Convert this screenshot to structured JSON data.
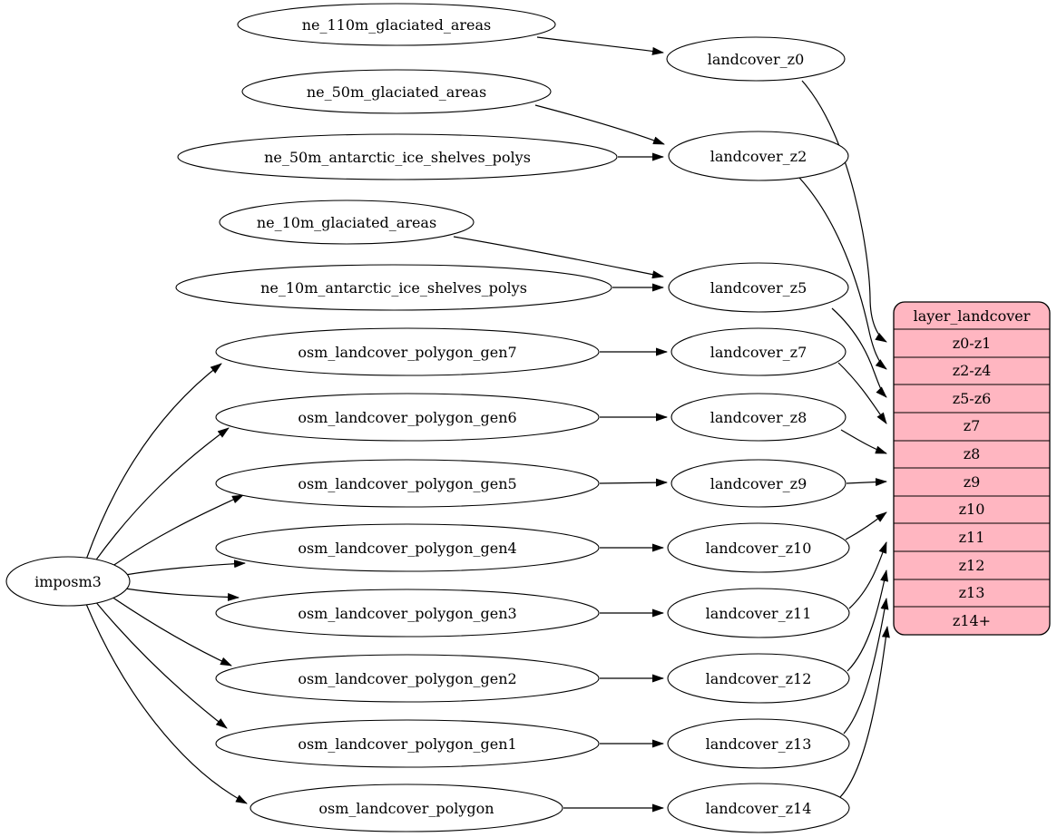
{
  "colors": {
    "record_fill": "#ffb6c1",
    "node_fill": "#ffffff",
    "edge_color": "#000000",
    "background": "#ffffff"
  },
  "nodes": {
    "imposm3": "imposm3",
    "ne_110m_glaciated_areas": "ne_110m_glaciated_areas",
    "ne_50m_glaciated_areas": "ne_50m_glaciated_areas",
    "ne_50m_antarctic_ice_shelves_polys": "ne_50m_antarctic_ice_shelves_polys",
    "ne_10m_glaciated_areas": "ne_10m_glaciated_areas",
    "ne_10m_antarctic_ice_shelves_polys": "ne_10m_antarctic_ice_shelves_polys",
    "osm_landcover_polygon_gen7": "osm_landcover_polygon_gen7",
    "osm_landcover_polygon_gen6": "osm_landcover_polygon_gen6",
    "osm_landcover_polygon_gen5": "osm_landcover_polygon_gen5",
    "osm_landcover_polygon_gen4": "osm_landcover_polygon_gen4",
    "osm_landcover_polygon_gen3": "osm_landcover_polygon_gen3",
    "osm_landcover_polygon_gen2": "osm_landcover_polygon_gen2",
    "osm_landcover_polygon_gen1": "osm_landcover_polygon_gen1",
    "osm_landcover_polygon": "osm_landcover_polygon",
    "landcover_z0": "landcover_z0",
    "landcover_z2": "landcover_z2",
    "landcover_z5": "landcover_z5",
    "landcover_z7": "landcover_z7",
    "landcover_z8": "landcover_z8",
    "landcover_z9": "landcover_z9",
    "landcover_z10": "landcover_z10",
    "landcover_z11": "landcover_z11",
    "landcover_z12": "landcover_z12",
    "landcover_z13": "landcover_z13",
    "landcover_z14": "landcover_z14"
  },
  "record": {
    "title": "layer_landcover",
    "rows": [
      "z0-z1",
      "z2-z4",
      "z5-z6",
      "z7",
      "z8",
      "z9",
      "z10",
      "z11",
      "z12",
      "z13",
      "z14+"
    ]
  },
  "edges": [
    {
      "from": "imposm3",
      "to": "osm_landcover_polygon_gen7"
    },
    {
      "from": "imposm3",
      "to": "osm_landcover_polygon_gen6"
    },
    {
      "from": "imposm3",
      "to": "osm_landcover_polygon_gen5"
    },
    {
      "from": "imposm3",
      "to": "osm_landcover_polygon_gen4"
    },
    {
      "from": "imposm3",
      "to": "osm_landcover_polygon_gen3"
    },
    {
      "from": "imposm3",
      "to": "osm_landcover_polygon_gen2"
    },
    {
      "from": "imposm3",
      "to": "osm_landcover_polygon_gen1"
    },
    {
      "from": "imposm3",
      "to": "osm_landcover_polygon"
    },
    {
      "from": "ne_110m_glaciated_areas",
      "to": "landcover_z0"
    },
    {
      "from": "ne_50m_glaciated_areas",
      "to": "landcover_z2"
    },
    {
      "from": "ne_50m_antarctic_ice_shelves_polys",
      "to": "landcover_z2"
    },
    {
      "from": "ne_10m_glaciated_areas",
      "to": "landcover_z5"
    },
    {
      "from": "ne_10m_antarctic_ice_shelves_polys",
      "to": "landcover_z5"
    },
    {
      "from": "osm_landcover_polygon_gen7",
      "to": "landcover_z7"
    },
    {
      "from": "osm_landcover_polygon_gen6",
      "to": "landcover_z8"
    },
    {
      "from": "osm_landcover_polygon_gen5",
      "to": "landcover_z9"
    },
    {
      "from": "osm_landcover_polygon_gen4",
      "to": "landcover_z10"
    },
    {
      "from": "osm_landcover_polygon_gen3",
      "to": "landcover_z11"
    },
    {
      "from": "osm_landcover_polygon_gen2",
      "to": "landcover_z12"
    },
    {
      "from": "osm_landcover_polygon_gen1",
      "to": "landcover_z13"
    },
    {
      "from": "osm_landcover_polygon",
      "to": "landcover_z14"
    },
    {
      "from": "landcover_z0",
      "to": "layer_landcover.z0-z1"
    },
    {
      "from": "landcover_z2",
      "to": "layer_landcover.z2-z4"
    },
    {
      "from": "landcover_z5",
      "to": "layer_landcover.z5-z6"
    },
    {
      "from": "landcover_z7",
      "to": "layer_landcover.z7"
    },
    {
      "from": "landcover_z8",
      "to": "layer_landcover.z8"
    },
    {
      "from": "landcover_z9",
      "to": "layer_landcover.z9"
    },
    {
      "from": "landcover_z10",
      "to": "layer_landcover.z10"
    },
    {
      "from": "landcover_z11",
      "to": "layer_landcover.z11"
    },
    {
      "from": "landcover_z12",
      "to": "layer_landcover.z12"
    },
    {
      "from": "landcover_z13",
      "to": "layer_landcover.z13"
    },
    {
      "from": "landcover_z14",
      "to": "layer_landcover.z14+"
    }
  ]
}
